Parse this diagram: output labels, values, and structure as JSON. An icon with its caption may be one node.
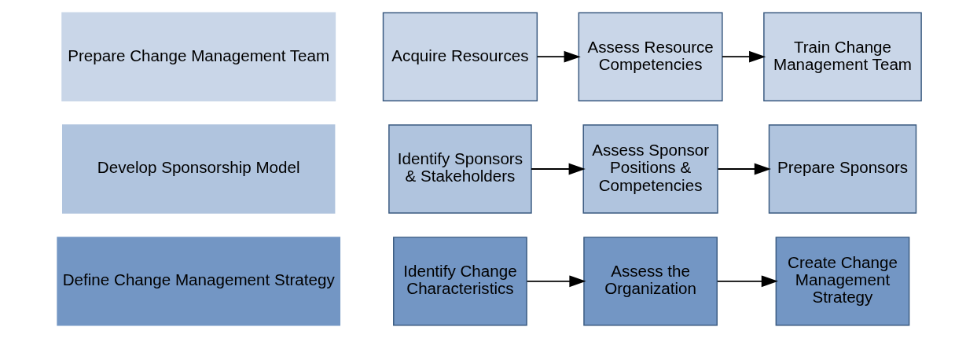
{
  "diagram": {
    "nodes": [
      {
        "text": [
          "Define Change Management Strategy"
        ]
      },
      {
        "text": [
          "Identify Change Characteristics"
        ]
      },
      {
        "text": [
          "Assess the Organization"
        ]
      },
      {
        "text": [
          "Create Change Management Strategy"
        ]
      },
      {
        "text": [
          "Develop Sponsorship Model"
        ]
      },
      {
        "text": [
          "Identify Sponsors & Stakeholders"
        ]
      },
      {
        "text": [
          "Assess Sponsor Positions & Competencies"
        ]
      },
      {
        "text": [
          "Prepare Sponsors"
        ]
      },
      {
        "text": [
          "Prepare Change Management Team"
        ]
      },
      {
        "text": [
          "Acquire Resources"
        ]
      },
      {
        "text": [
          "Assess Resource Competencies"
        ]
      },
      {
        "text": [
          "Train Change Management Team"
        ]
      }
    ],
    "edges": [
      {
        "from": 1,
        "to": 2,
        "arrow": "to"
      },
      {
        "from": 2,
        "to": 3,
        "arrow": "to"
      },
      {
        "from": 5,
        "to": 6,
        "arrow": "to"
      },
      {
        "from": 6,
        "to": 7,
        "arrow": "to"
      },
      {
        "from": 9,
        "to": 10,
        "arrow": "to"
      },
      {
        "from": 10,
        "to": 11,
        "arrow": "to"
      }
    ]
  }
}
